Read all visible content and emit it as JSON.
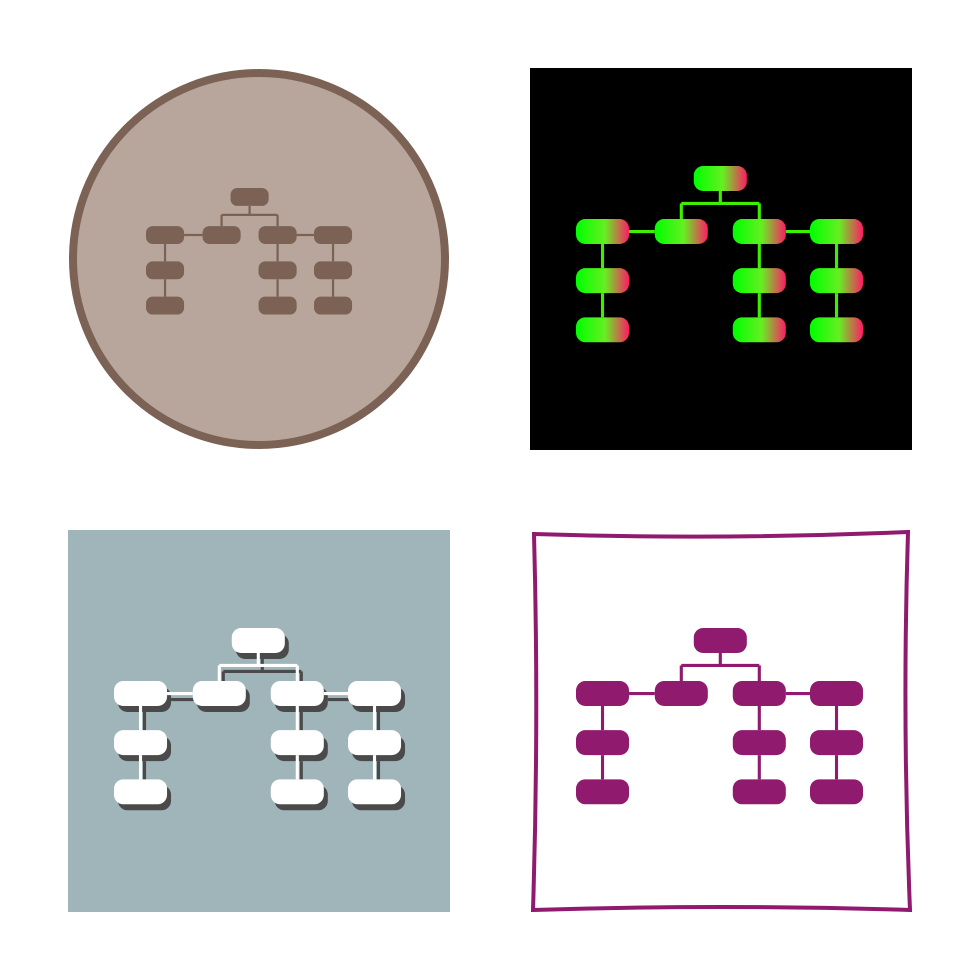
{
  "icon_set": {
    "icon": "hierarchy-structure-icon",
    "variants": [
      {
        "style": "circle-glyph",
        "background": "#b8a69c",
        "border": "#7b6255",
        "fill": "#7b6255"
      },
      {
        "style": "gradient",
        "background": "#000000",
        "gradient_start": "#00ff00",
        "gradient_end": "#ff1a66"
      },
      {
        "style": "flat-shadow",
        "background": "#a0b5b9",
        "fill": "#ffffff",
        "shadow": "#4a4a4a"
      },
      {
        "style": "sketch-frame",
        "background": "#ffffff",
        "border": "#8f1a6e",
        "fill": "#8f1a6e"
      }
    ]
  }
}
